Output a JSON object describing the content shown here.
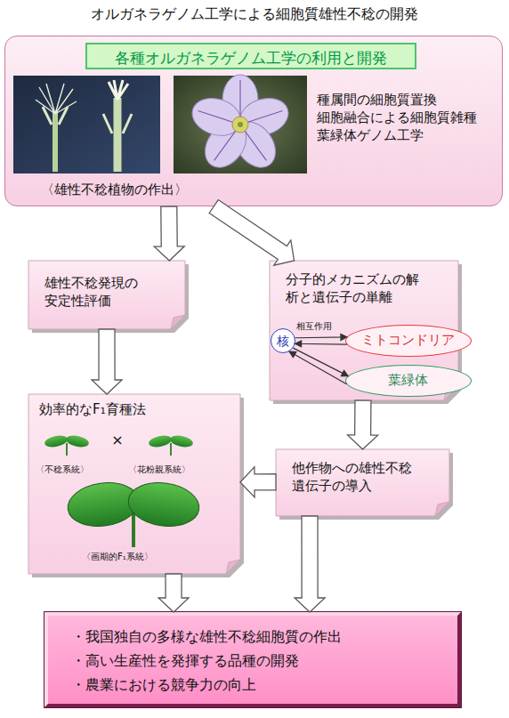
{
  "diagram": {
    "title": "オルガネラゲノム工学による細胞質雄性不稔の開発",
    "nodes": [
      {
        "text": [
          "種属間の細胞質置換",
          "細胞融合による細胞質雑種",
          "葉緑体ゲノム工学",
          "〈雄性不稔植物の作出〉"
        ]
      },
      {
        "text": [
          "各種オルガネラゲノム工学の利用と開発"
        ],
        "in": 0
      },
      {
        "text": [
          "雄性不稔発現の安定性評価"
        ]
      },
      {
        "text": [
          "分子的メカニズムの解析と遺伝子の単離"
        ]
      },
      {
        "text": [
          "核"
        ],
        "in": 3
      },
      {
        "text": [
          "ミトコンドリア"
        ],
        "in": 3
      },
      {
        "text": [
          "葉緑体"
        ],
        "in": 3
      },
      {
        "text": [
          "効率的なF₁育種法",
          "〈不稔系統〉",
          "×",
          "〈花粉親系統〉",
          "〈画期的F₁系統〉"
        ]
      },
      {
        "text": [
          "他作物への雄性不稔遺伝子の導入"
        ]
      },
      {
        "text": [
          "・我国独自の多様な雄性不稔細胞質の作出",
          "・高い生産性を発揮する品種の開発",
          "・農業における競争力の向上"
        ]
      }
    ],
    "edges": [
      {
        "from": 0,
        "to": 2,
        "arrow": "to"
      },
      {
        "from": 0,
        "to": 3,
        "arrow": "to"
      },
      {
        "from": 2,
        "to": 7,
        "arrow": "to"
      },
      {
        "from": 3,
        "to": 8,
        "arrow": "to"
      },
      {
        "from": 8,
        "to": 7,
        "arrow": "to"
      },
      {
        "from": 7,
        "to": 9,
        "arrow": "to"
      },
      {
        "from": 8,
        "to": 9,
        "arrow": "to"
      },
      {
        "from": 4,
        "to": 5,
        "arrow": "to",
        "label": "相互作用"
      },
      {
        "from": 5,
        "to": 4,
        "arrow": "to"
      },
      {
        "from": 4,
        "to": 6,
        "arrow": "to"
      },
      {
        "from": 6,
        "to": 4,
        "arrow": "to"
      }
    ]
  }
}
